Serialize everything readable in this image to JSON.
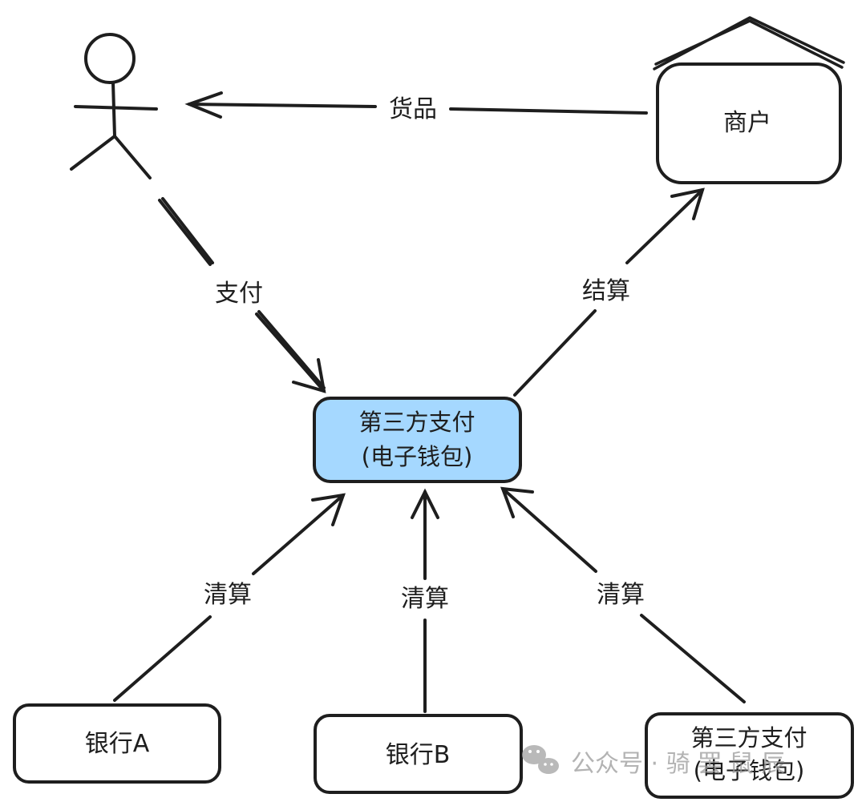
{
  "diagram": {
    "nodes": {
      "merchant": "商户",
      "third_party_center_line1": "第三方支付",
      "third_party_center_line2": "(电子钱包)",
      "bank_a": "银行A",
      "bank_b": "银行B",
      "third_party_bottom_line1": "第三方支付",
      "third_party_bottom_line2": "(电子钱包)"
    },
    "edges": {
      "goods": "货品",
      "pay": "支付",
      "settle": "结算",
      "clear_a": "清算",
      "clear_b": "清算",
      "clear_c": "清算"
    },
    "watermark": "公众号 · 骑 罢 鼠 辰"
  },
  "colors": {
    "stroke": "#1e1e1e",
    "center_fill": "#a5d8ff",
    "box_fill": "#ffffff",
    "watermark": "#9a9a9a"
  }
}
